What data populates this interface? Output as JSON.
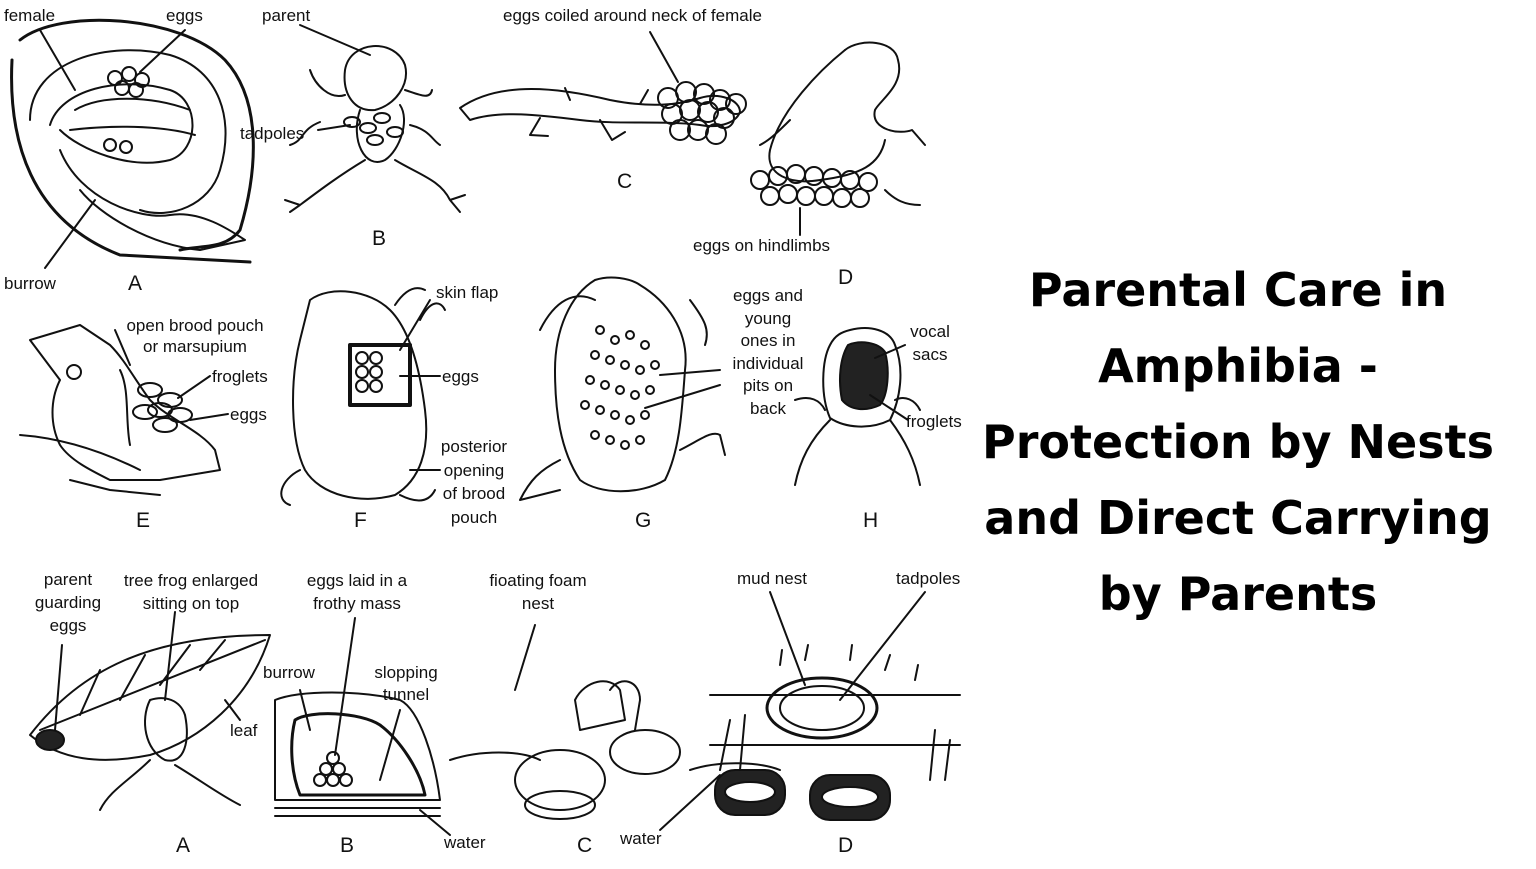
{
  "title_lines": [
    "Parental Care in",
    "Amphibia -",
    "Protection by Nests",
    "and Direct Carrying",
    "by Parents"
  ],
  "labels": {
    "female": "female",
    "eggs_a": "eggs",
    "burrow_a": "burrow",
    "parent": "parent",
    "tadpoles_b": "tadpoles",
    "eggs_coiled": "eggs coiled around neck of female",
    "eggs_hindlimbs": "eggs on hindlimbs",
    "open_brood_pouch": [
      "open brood pouch",
      "or marsupium"
    ],
    "froglets_e": "froglets",
    "eggs_e": "eggs",
    "skin_flap": "skin flap",
    "eggs_f": "eggs",
    "posterior_opening": [
      "posterior",
      "opening",
      "of brood",
      "pouch"
    ],
    "eggs_young": [
      "eggs and",
      "young",
      "ones in",
      "individual",
      "pits on",
      "back"
    ],
    "vocal_sacs": [
      "vocal",
      "sacs"
    ],
    "froglets_h": "froglets",
    "parent_guarding": [
      "parent",
      "guarding",
      "eggs"
    ],
    "tree_frog": [
      "tree frog enlarged",
      "sitting on top"
    ],
    "leaf": "leaf",
    "eggs_frothy": [
      "eggs laid in a",
      "frothy mass"
    ],
    "burrow_b2": "burrow",
    "slopping_tunnel": [
      "slopping",
      "tunnel"
    ],
    "water_b2": "water",
    "floating_foam": [
      "fioating foam",
      "nest"
    ],
    "water_c2": "water",
    "mud_nest": "mud nest",
    "tadpoles_d2": "tadpoles"
  },
  "letters": {
    "row1": [
      "A",
      "B",
      "C",
      "D"
    ],
    "row2": [
      "E",
      "F",
      "G",
      "H"
    ],
    "row3": [
      "A",
      "B",
      "C",
      "D"
    ]
  }
}
